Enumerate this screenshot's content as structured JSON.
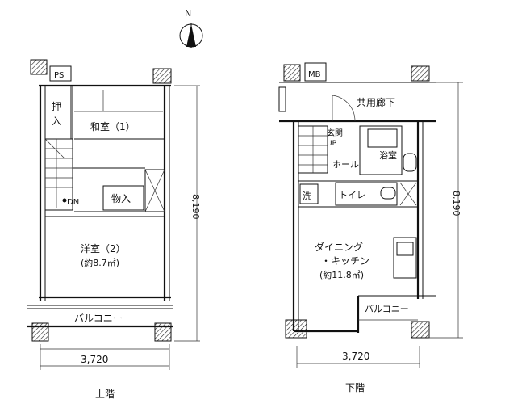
{
  "compass": {
    "north": "N"
  },
  "upper_floor": {
    "name": "上階",
    "rooms": {
      "ps": "PS",
      "closet1_a": "押",
      "closet1_b": "入",
      "washitsu": "和室（1）",
      "dn": "DN",
      "closet2": "物入",
      "yoshitsu": "洋室（2）",
      "yoshitsu_area": "(約8.7㎡)",
      "balcony": "バルコニー"
    },
    "dim_width": "3,720",
    "dim_depth": "8,190"
  },
  "lower_floor": {
    "name": "下階",
    "rooms": {
      "mb": "MB",
      "corridor": "共用廊下",
      "genkan": "玄関",
      "up": "UP",
      "hall": "ホール",
      "bath": "浴室",
      "wash": "洗",
      "toilet": "トイレ",
      "dk_1": "ダイニング",
      "dk_2": "・キッチン",
      "dk_area": "(約11.8㎡)",
      "balcony": "バルコニー"
    },
    "dim_width": "3,720",
    "dim_depth": "8,190"
  }
}
